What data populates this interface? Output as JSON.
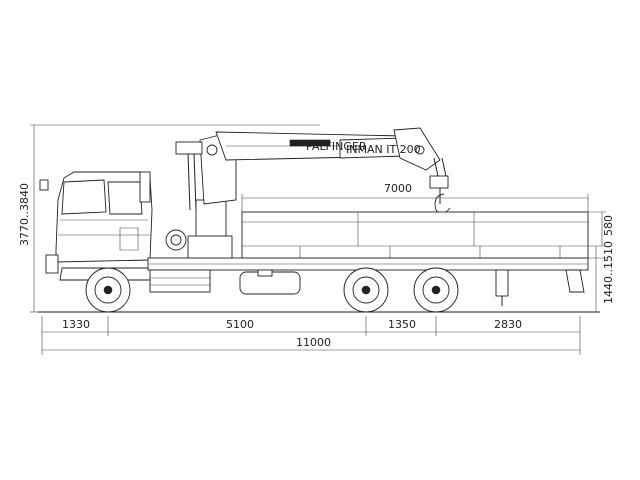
{
  "dimensions": {
    "overall_length": "11000",
    "front_overhang": "1330",
    "wheelbase_front": "5100",
    "tandem_spacing": "1350",
    "rear_overhang": "2830",
    "platform_length": "7000",
    "overall_height": "3770..3840",
    "side_height": "580",
    "platform_height": "1440..1510"
  },
  "labels": {
    "crane_brand": "PALFINGER",
    "crane_model": "INMAN IT 200"
  }
}
